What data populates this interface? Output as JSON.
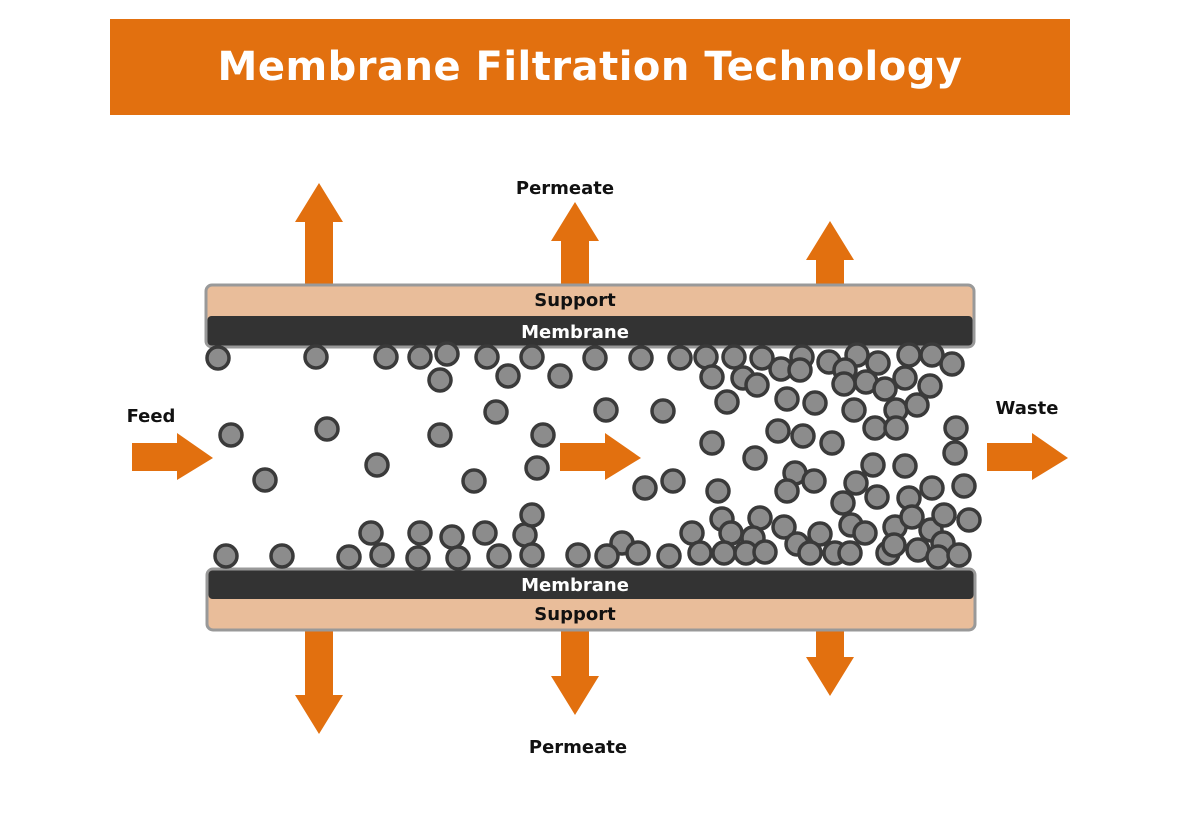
{
  "title": "Membrane Filtration Technology",
  "labels": {
    "permeate_top": "Permeate",
    "permeate_bottom": "Permeate",
    "feed": "Feed",
    "waste": "Waste",
    "support_top": "Support",
    "membrane_top": "Membrane",
    "membrane_bottom": "Membrane",
    "support_bottom": "Support"
  },
  "colors": {
    "accent": "#e2700f",
    "support": "#e9bd9a",
    "membrane": "#333333",
    "particle": "#8c8c8c",
    "particle_stroke": "#3a3a3a",
    "frame": "#999999"
  }
}
